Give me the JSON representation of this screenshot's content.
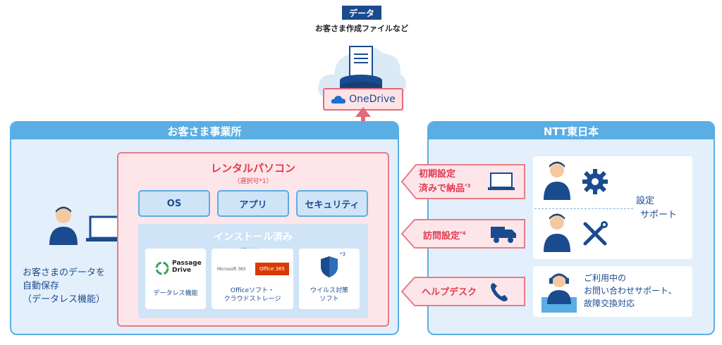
{
  "top": {
    "data_tag": "データ",
    "data_subtitle": "お客さま作成ファイルなど",
    "onedrive_label": "OneDrive"
  },
  "left_panel": {
    "title": "お客さま事業所",
    "rental_pc": {
      "title": "レンタルパソコン",
      "note": "（選択可*1）",
      "chips": [
        "OS",
        "アプリ",
        "セキュリティ"
      ],
      "installed": {
        "title": "インストール済み",
        "note": "（選択可*2）",
        "cards": [
          {
            "logo": "Passage Drive",
            "label": "データレス機能"
          },
          {
            "logo_a": "Microsoft 365",
            "logo_b": "Office 365",
            "label_1": "Officeソフト・",
            "label_2": "クラウドストレージ"
          },
          {
            "superscript": "*3",
            "label_1": "ウイルス対策",
            "label_2": "ソフト"
          }
        ]
      }
    },
    "auto_save": [
      "お客さまのデータを",
      "自動保存",
      "（データレス機能）"
    ]
  },
  "right_panel": {
    "title": "NTT東日本",
    "arrows": [
      {
        "line1": "初期設定",
        "line2": "済みで納品",
        "note": "*3"
      },
      {
        "line1": "訪問設定",
        "note": "*4"
      },
      {
        "line1": "ヘルプデスク"
      }
    ],
    "support": [
      "設定",
      "サポート"
    ],
    "help": [
      "ご利用中の",
      "お問い合わせサポート、",
      "故障交換対応"
    ]
  },
  "colors": {
    "blue_dark": "#1b4b8f",
    "blue_mid": "#5aaee4",
    "blue_light": "#e3f0fb",
    "pink_border": "#e77b8a",
    "pink_bg": "#fde6e9",
    "red_text": "#e03c50"
  }
}
